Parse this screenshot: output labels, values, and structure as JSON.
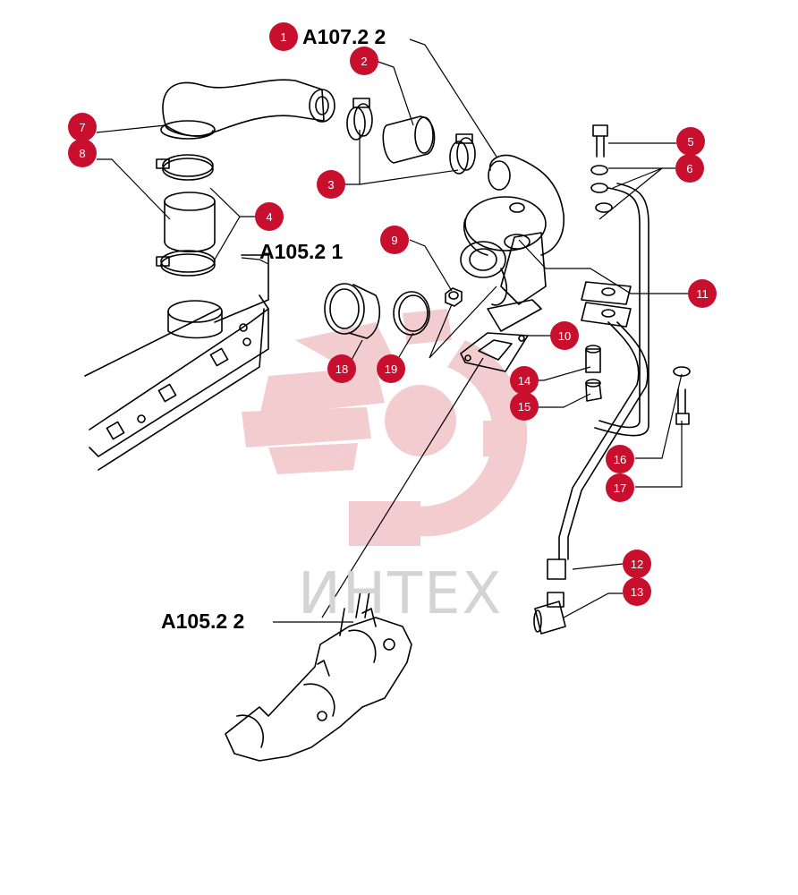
{
  "references": {
    "a107_2": "A107.2  2",
    "a105_2_first": "A105.2  1",
    "a105_2_second": "A105.2  2"
  },
  "callouts": [
    {
      "number": "1"
    },
    {
      "number": "2"
    },
    {
      "number": "3"
    },
    {
      "number": "4"
    },
    {
      "number": "5"
    },
    {
      "number": "6"
    },
    {
      "number": "7"
    },
    {
      "number": "8"
    },
    {
      "number": "9"
    },
    {
      "number": "10"
    },
    {
      "number": "11"
    },
    {
      "number": "12"
    },
    {
      "number": "13"
    },
    {
      "number": "14"
    },
    {
      "number": "15"
    },
    {
      "number": "16"
    },
    {
      "number": "17"
    },
    {
      "number": "18"
    },
    {
      "number": "19"
    }
  ],
  "watermark": {
    "text": "ИНТЕХ"
  },
  "colors": {
    "callout": "#c8102e",
    "watermark": "#e8a0a6",
    "line": "#000000"
  }
}
